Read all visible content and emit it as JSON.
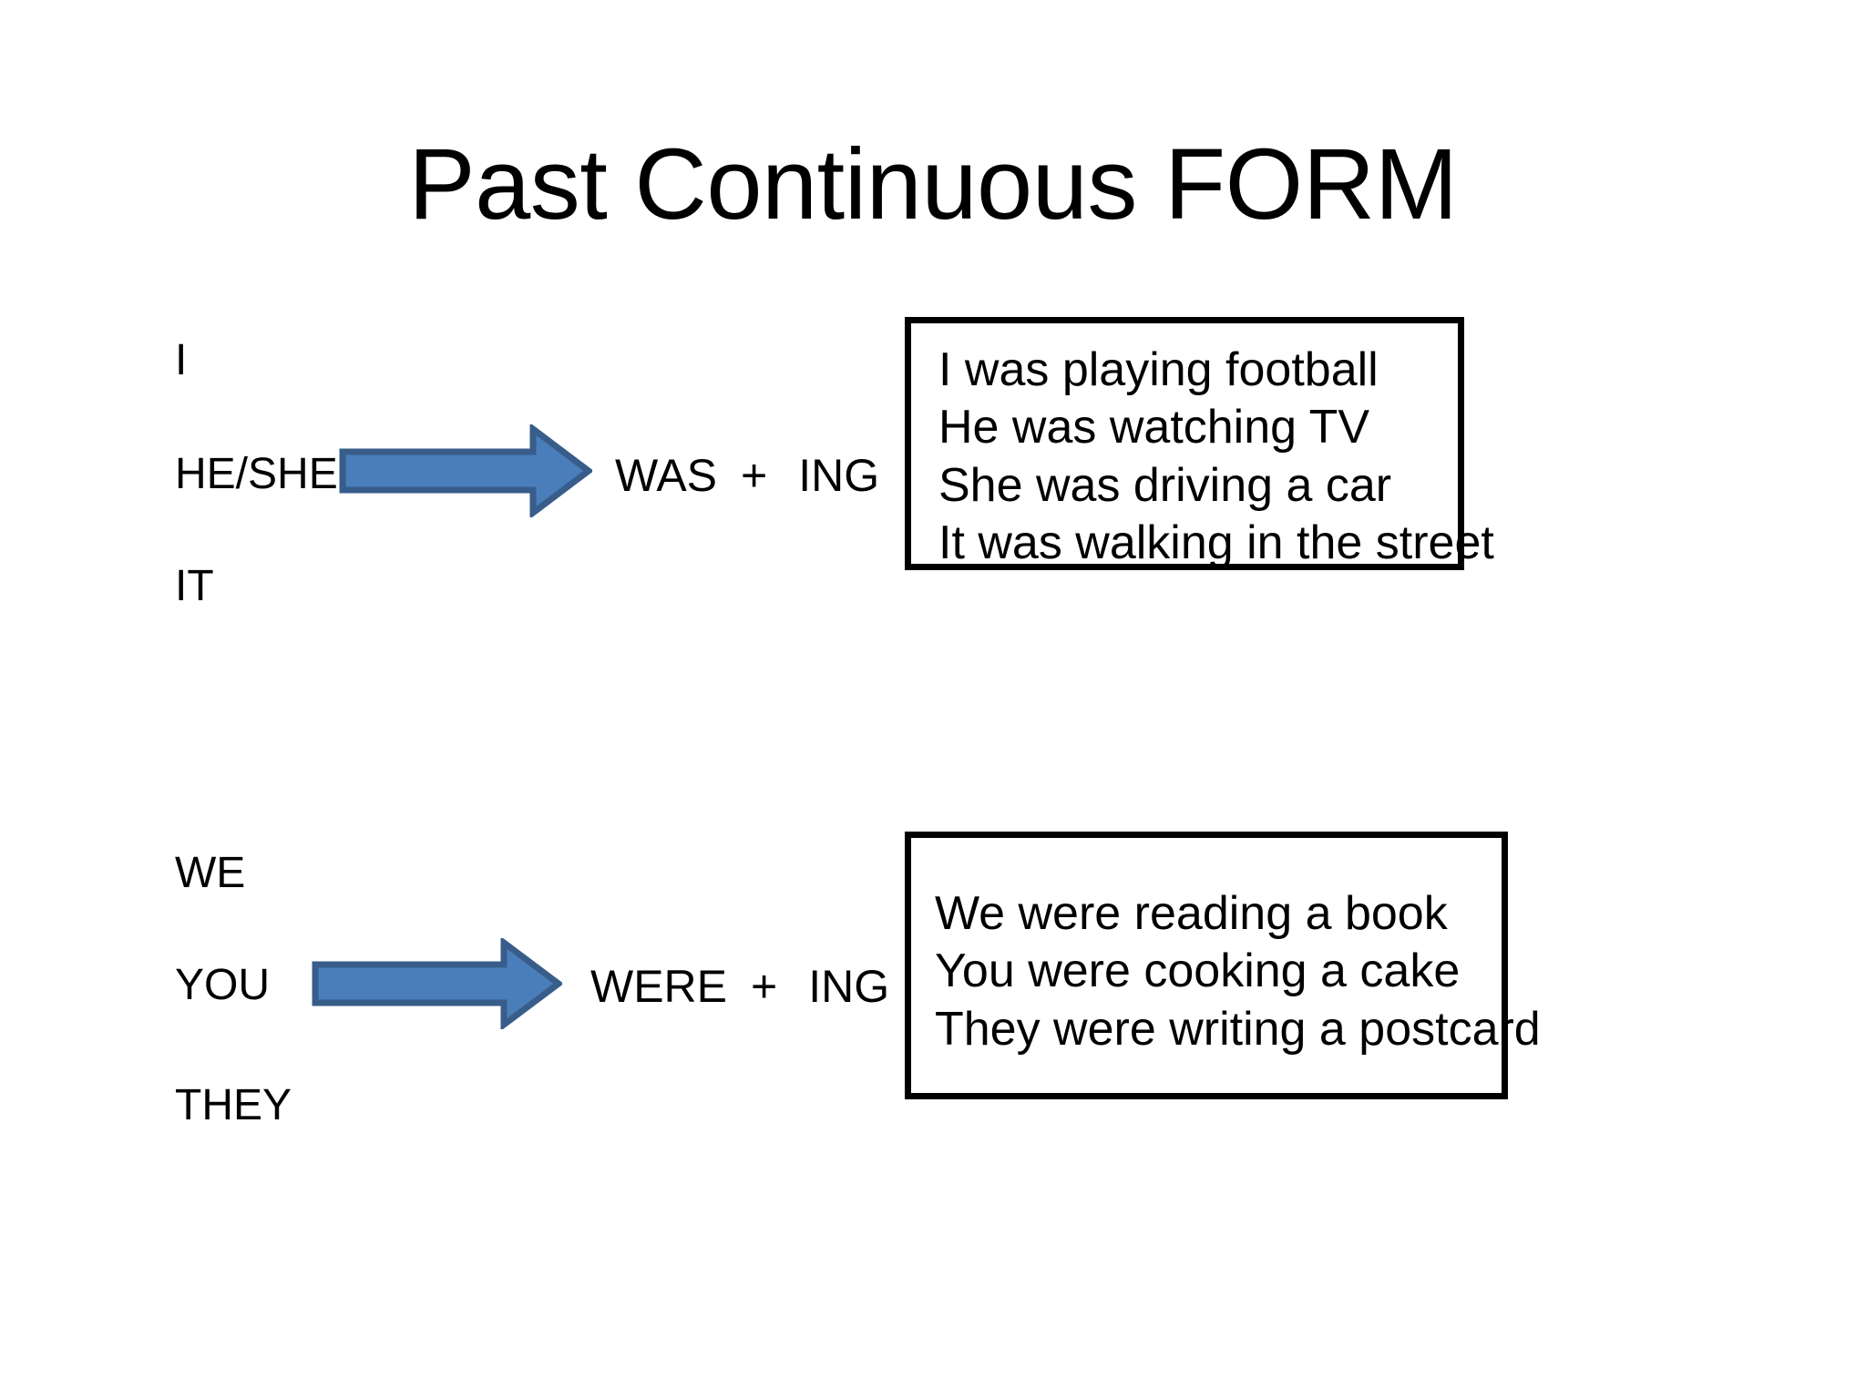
{
  "slide": {
    "title": "Past Continuous FORM",
    "background_color": "#ffffff",
    "text_color": "#000000"
  },
  "theme": {
    "arrow_fill": "#4A7EBB",
    "arrow_stroke": "#385D8A",
    "box_border": "#000000"
  },
  "groups": [
    {
      "id": "group-1",
      "pronouns": [
        "I",
        "HE/SHE",
        "IT"
      ],
      "arrow_name": "block-arrow-right",
      "formula": {
        "auxiliary": "WAS",
        "operator": "+",
        "suffix": "ING"
      },
      "examples": [
        "I was playing football",
        "He was watching TV",
        "She was driving a car",
        "It was walking in the street"
      ]
    },
    {
      "id": "group-2",
      "pronouns": [
        "WE",
        "YOU",
        "THEY"
      ],
      "arrow_name": "block-arrow-right",
      "formula": {
        "auxiliary": "WERE",
        "operator": "+",
        "suffix": "ING"
      },
      "examples": [
        "We were reading a book",
        "You were cooking a cake",
        "They were writing a postcard"
      ]
    }
  ]
}
